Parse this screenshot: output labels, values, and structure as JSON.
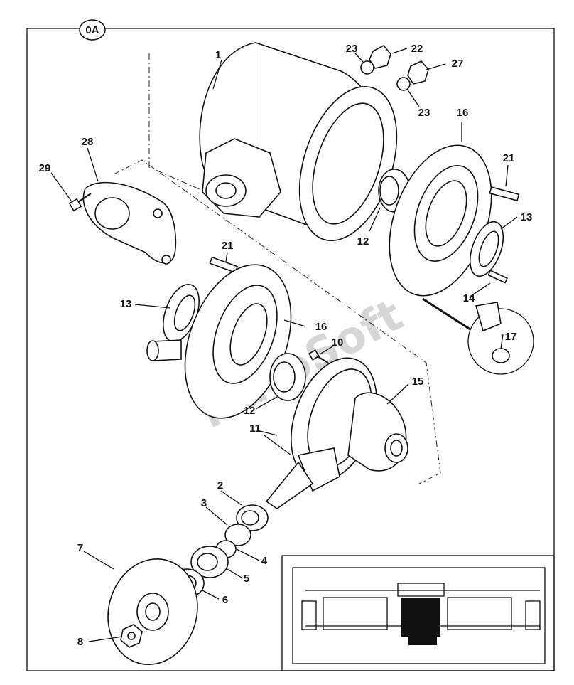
{
  "view_tag": "0A",
  "watermark": "NutoSoft",
  "labels": {
    "p1": "1",
    "p2": "2",
    "p3": "3",
    "p4": "4",
    "p5": "5",
    "p6": "6",
    "p7": "7",
    "p8": "8",
    "p10": "10",
    "p11": "11",
    "p12a": "12",
    "p12b": "12",
    "p13a": "13",
    "p13b": "13",
    "p14": "14",
    "p15": "15",
    "p16a": "16",
    "p16b": "16",
    "p17": "17",
    "p21a": "21",
    "p21b": "21",
    "p22": "22",
    "p23a": "23",
    "p23b": "23",
    "p27": "27",
    "p28": "28",
    "p29": "29"
  }
}
